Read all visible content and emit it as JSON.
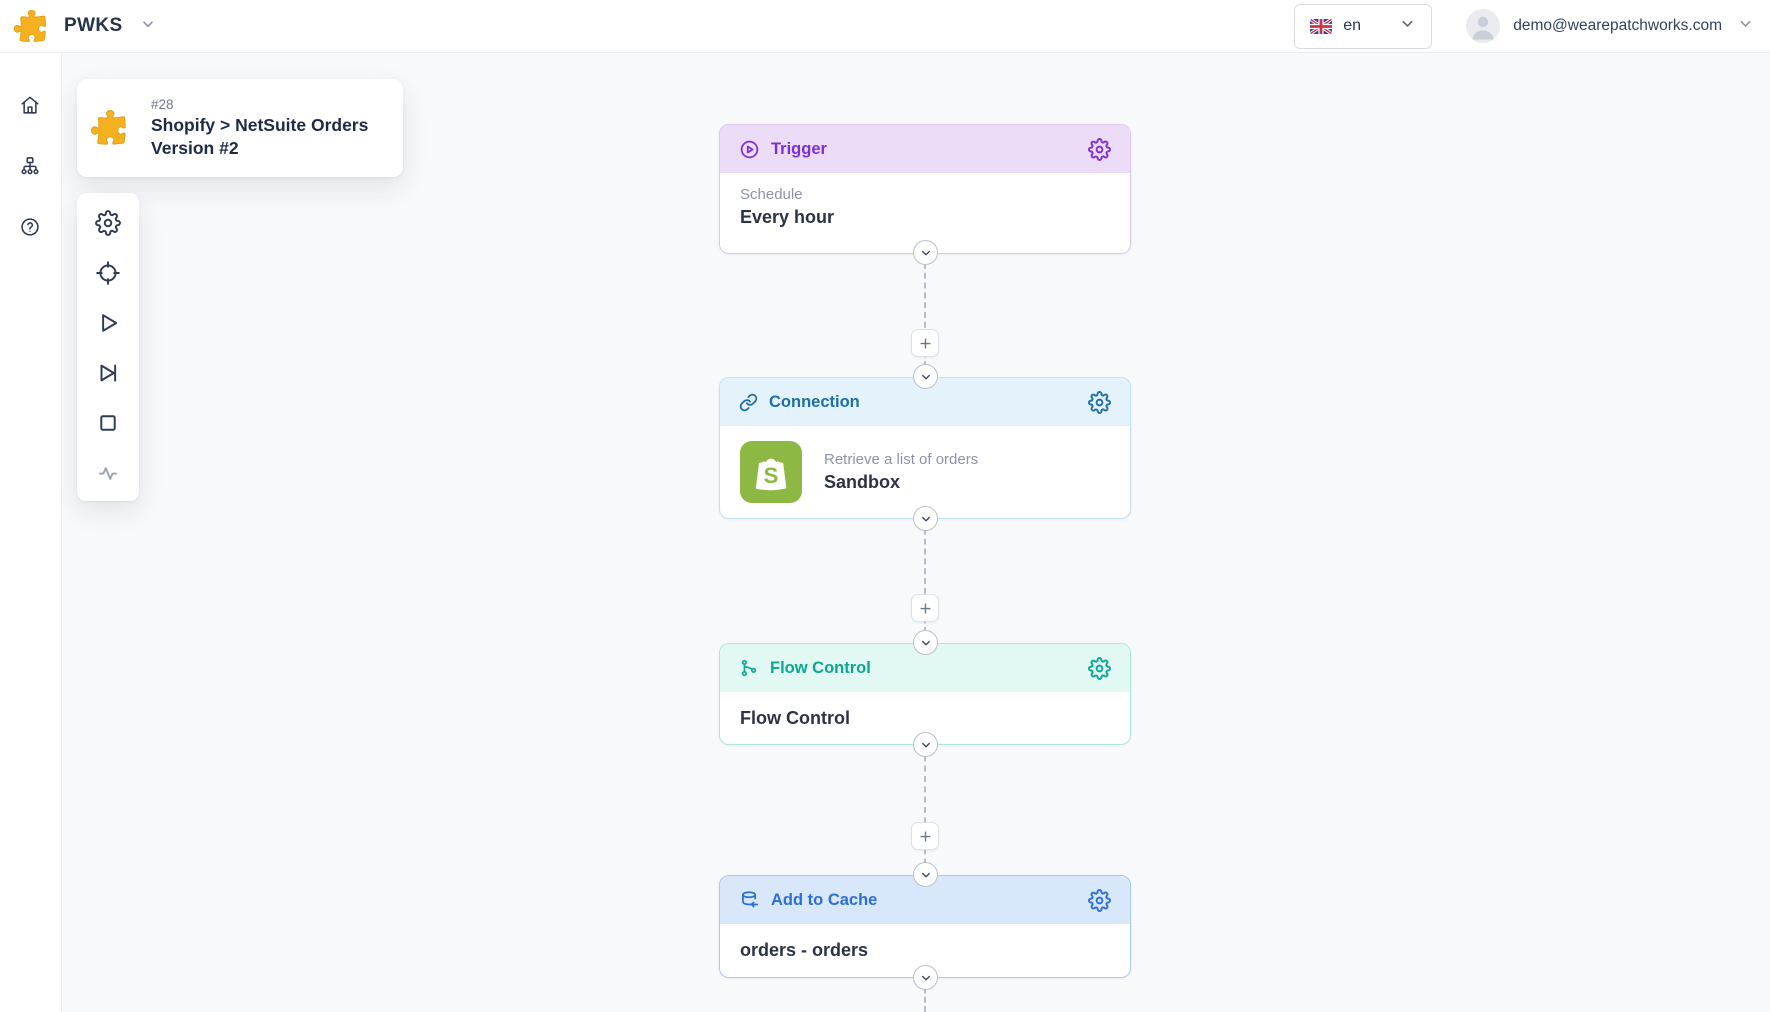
{
  "header": {
    "brand": "PWKS",
    "language": "en",
    "user_email": "demo@wearepatchworks.com"
  },
  "sidebar": {
    "icons": [
      "home-icon",
      "flows-icon",
      "help-icon"
    ]
  },
  "flow_card": {
    "id": "#28",
    "title": "Shopify > NetSuite Orders",
    "version": "Version #2"
  },
  "toolbar": {
    "icons": [
      "settings-icon",
      "locate-icon",
      "run-icon",
      "skip-to-end-icon",
      "stop-icon",
      "activity-icon"
    ]
  },
  "workflow": {
    "nodes": [
      {
        "type": "trigger",
        "title": "Trigger",
        "label": "Schedule",
        "value": "Every hour",
        "accent": "#7c2fd6",
        "header_bg": "#ecdcf8"
      },
      {
        "type": "connection",
        "title": "Connection",
        "label": "Retrieve a list of orders",
        "value": "Sandbox",
        "accent": "#1d6fa5",
        "header_bg": "#e4f2fb",
        "service_icon": "shopify-icon"
      },
      {
        "type": "flow-control",
        "title": "Flow Control",
        "value": "Flow Control",
        "accent": "#0aa890",
        "header_bg": "#e1f8f3"
      },
      {
        "type": "add-to-cache",
        "title": "Add to Cache",
        "value": "orders - orders",
        "accent": "#2e6fd3",
        "header_bg": "#d8e7f9"
      }
    ]
  },
  "colors": {
    "canvas_bg": "#f8f9fb",
    "brand_gold": "#f3b11f",
    "shopify_green": "#8DB843",
    "connector_gray": "#b7bdc7"
  }
}
